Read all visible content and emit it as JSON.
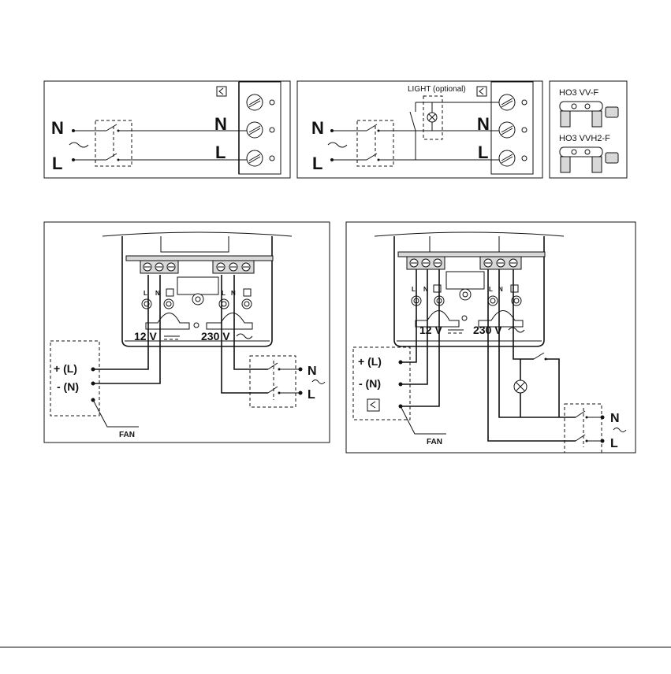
{
  "labels": {
    "n": "N",
    "l": "L",
    "light_optional": "LIGHT (optional)",
    "cable_1": "HO3 VV-F",
    "cable_2": "HO3 VVH2-F",
    "plus_l": "+ (L)",
    "minus_n": "- (N)",
    "fan": "FAN",
    "v12": "12 V",
    "v230": "230 V",
    "term_l": "L",
    "term_n": "N"
  }
}
